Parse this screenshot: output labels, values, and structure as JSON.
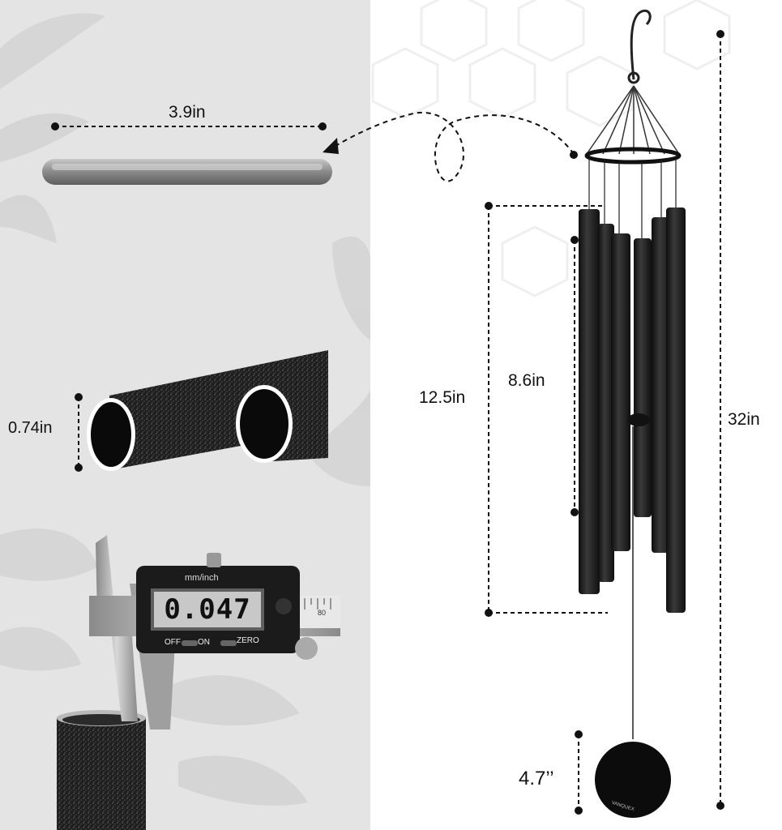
{
  "dimensions": {
    "ring_width": "3.9in",
    "tube_diameter": "0.74in",
    "long_tube": "12.5in",
    "short_tube": "8.6in",
    "total_length": "32in",
    "sail_diameter": "4.7’’"
  },
  "caliper": {
    "unit": "mm/inch",
    "reading": "0.047",
    "off": "OFF",
    "on": "ON",
    "zero": "ZERO",
    "scale_mark": "80"
  },
  "brand": "VANQUEX",
  "colors": {
    "left_background": "#e4e4e4",
    "tube": "#1c1c1c",
    "ring": "#9a9a9a",
    "dash": "#111111"
  }
}
